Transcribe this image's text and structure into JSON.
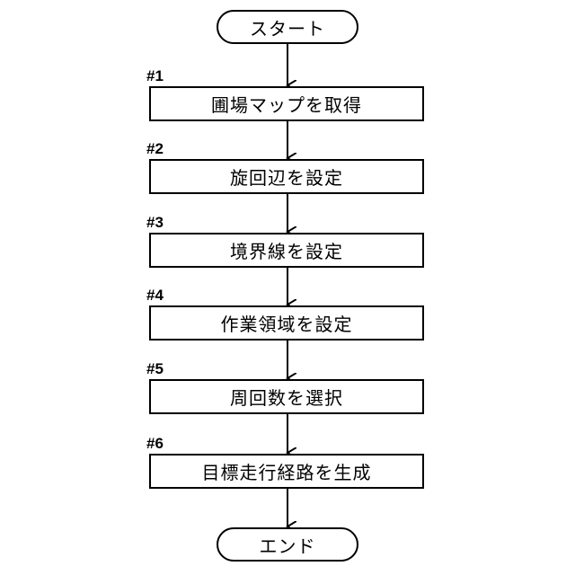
{
  "flowchart": {
    "start": "スタート",
    "end": "エンド",
    "steps": [
      {
        "id": "#1",
        "label": "圃場マップを取得"
      },
      {
        "id": "#2",
        "label": "旋回辺を設定"
      },
      {
        "id": "#3",
        "label": "境界線を設定"
      },
      {
        "id": "#4",
        "label": "作業領域を設定"
      },
      {
        "id": "#5",
        "label": "周回数を選択"
      },
      {
        "id": "#6",
        "label": "目標走行経路を生成"
      }
    ]
  },
  "colors": {
    "stroke": "#000000",
    "background": "#ffffff"
  }
}
